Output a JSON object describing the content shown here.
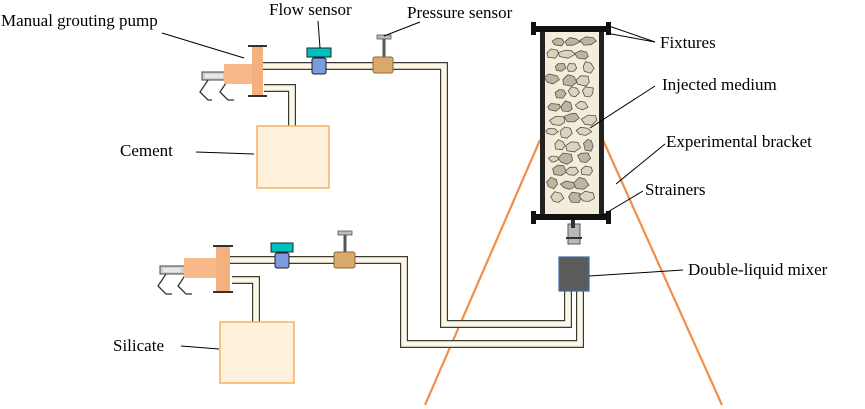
{
  "labels": {
    "manual_pump": "Manual grouting pump",
    "flow_sensor": "Flow sensor",
    "pressure_sensor": "Pressure sensor",
    "fixtures": "Fixtures",
    "injected_medium": "Injected medium",
    "experimental_bracket": "Experimental bracket",
    "strainers": "Strainers",
    "double_liquid_mixer": "Double-liquid mixer",
    "cement": "Cement",
    "silicate": "Silicate"
  },
  "colors": {
    "pump_body": "#f8b98a",
    "pump_flange": "#f4b07e",
    "flow_sensor_cap": "#00c1c1",
    "flow_sensor_body": "#7b9be0",
    "pressure_sensor": "#d9aa6c",
    "tank_fill": "#fff1dc",
    "tank_stroke": "#f5b25e",
    "bracket": "#f18e47",
    "mixer": "#5b5b5b",
    "pipe_fill": "#fdf8e6",
    "medium_fill": "#f2eddc",
    "stone": "#dad3c1"
  },
  "icons": [
    "pump-icon",
    "flow-sensor-icon",
    "pressure-sensor-icon",
    "tank-icon",
    "mixer-icon",
    "column-icon"
  ]
}
